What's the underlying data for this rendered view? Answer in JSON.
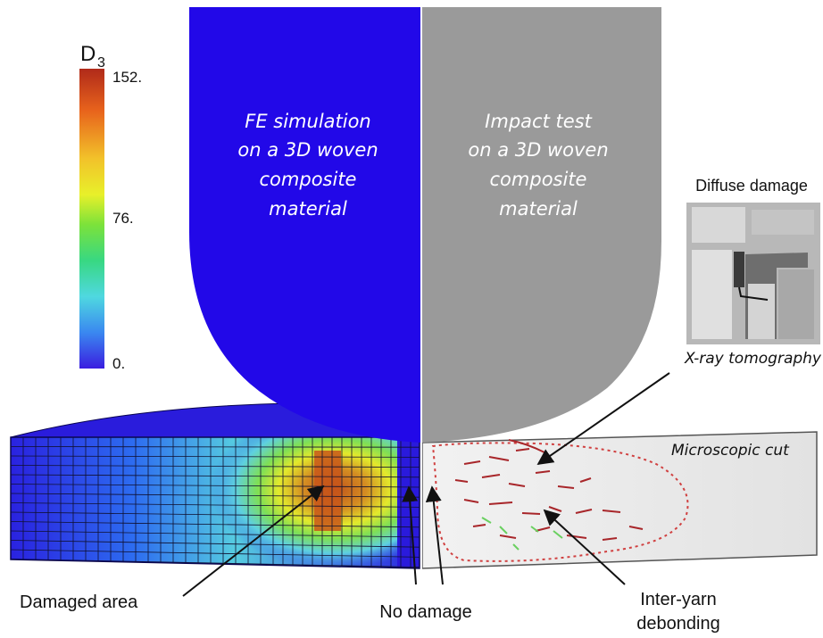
{
  "colorbar": {
    "title": "D",
    "title_sub": "3",
    "ticks": [
      "152.",
      "76.",
      "0."
    ],
    "colors": [
      "#b02a1a",
      "#e8631c",
      "#f2c22a",
      "#e8f02a",
      "#7ce23a",
      "#38d882",
      "#4fd8e0",
      "#3a88f0",
      "#3a1de0"
    ]
  },
  "simulation": {
    "line1": "FE simulation",
    "line2": "on a 3D woven",
    "line3": "composite",
    "line4": "material",
    "impactor_color": "#2208e8"
  },
  "experiment": {
    "line1": "Impact test",
    "line2": "on a 3D woven",
    "line3": "composite",
    "line4": "material",
    "impactor_color": "#9a9a9a"
  },
  "inset": {
    "title": "Diffuse damage",
    "caption": "X-ray tomography"
  },
  "labels": {
    "microscopic_cut": "Microscopic cut",
    "damaged_area": "Damaged area",
    "no_damage": "No damage",
    "inter_yarn_1": "Inter-yarn",
    "inter_yarn_2": "debonding"
  }
}
